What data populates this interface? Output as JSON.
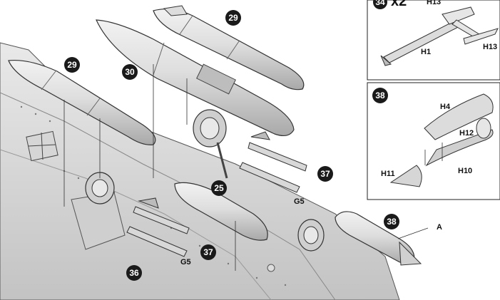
{
  "steps": {
    "s29a": "29",
    "s29b": "29",
    "s30": "30",
    "s25": "25",
    "s37a": "37",
    "s37b": "37",
    "s36": "36",
    "s38a": "38",
    "s38b": "38",
    "s_top": "34"
  },
  "multiplier": "x2",
  "parts": {
    "h1": "H1",
    "h13a": "H13",
    "h13b": "H13",
    "h4": "H4",
    "h12": "H12",
    "h10": "H10",
    "h11": "H11",
    "g5a": "G5",
    "g5b": "G5",
    "a": "A"
  }
}
